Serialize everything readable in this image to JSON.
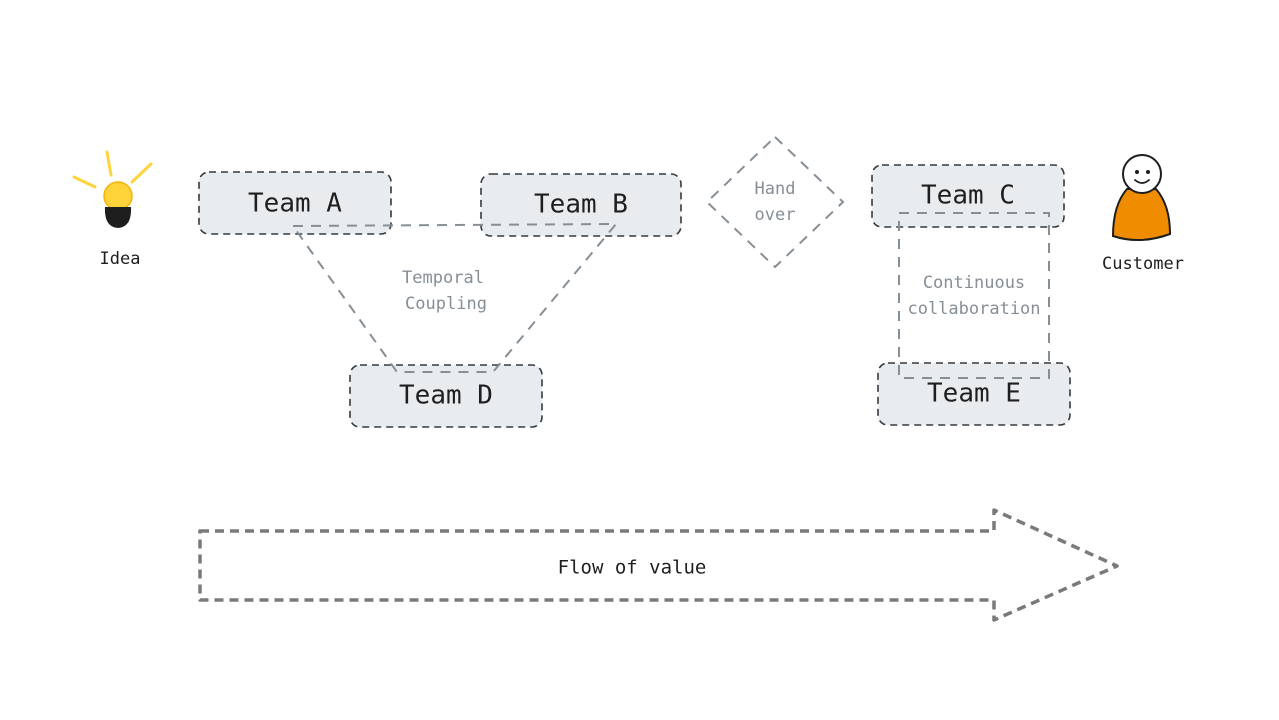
{
  "idea": {
    "label": "Idea",
    "icon": "lightbulb-icon",
    "color": "#ffd43b"
  },
  "customer": {
    "label": "Customer",
    "icon": "person-icon",
    "color": "#f08c00"
  },
  "teams": {
    "a": "Team A",
    "b": "Team B",
    "c": "Team C",
    "d": "Team D",
    "e": "Team E"
  },
  "temporal": {
    "line1": "Temporal",
    "line2": "Coupling"
  },
  "handover": {
    "line1": "Hand",
    "line2": "over"
  },
  "collaboration": {
    "line1": "Continuous",
    "line2": "collaboration"
  },
  "flow": {
    "label": "Flow of value"
  },
  "colors": {
    "box_fill": "#e9ecef",
    "box_stroke": "#343a40",
    "connector": "#868e96",
    "arrow": "#7a7a7a"
  }
}
